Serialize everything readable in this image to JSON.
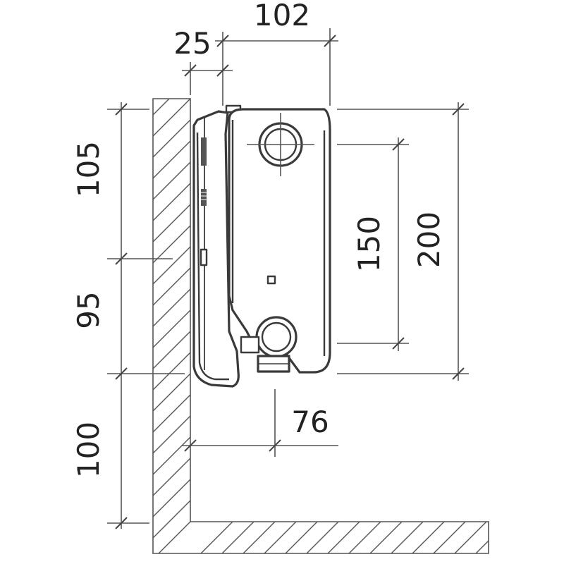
{
  "diagram": {
    "dimensions": {
      "top_depth": "102",
      "wall_gap": "25",
      "upper_height": "105",
      "middle_height": "95",
      "floor_clearance": "100",
      "connection_spacing": "150",
      "panel_height": "200",
      "pipe_offset": "76"
    }
  }
}
